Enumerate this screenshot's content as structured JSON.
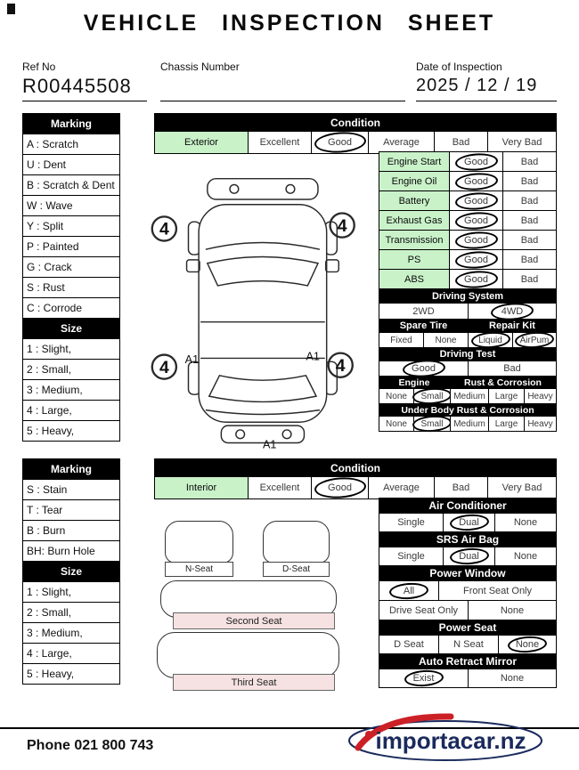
{
  "title": "VEHICLE INSPECTION SHEET",
  "header": {
    "ref_no_label": "Ref No",
    "ref_no_value": "R00445508",
    "chassis_label": "Chassis Number",
    "date_label": "Date of Inspection",
    "date_value": "2025 / 12 / 19"
  },
  "colors": {
    "green": "#c9f2c9",
    "pink": "#f6e2e2",
    "navy": "#1a2a5c",
    "red": "#cc2027"
  },
  "exterior": {
    "marking_header": "Marking",
    "marking_items": [
      {
        "text": "A : Scratch"
      },
      {
        "text": "U : Dent"
      },
      {
        "text": "B : Scratch & Dent"
      },
      {
        "text": "W : Wave"
      },
      {
        "text": "Y : Split"
      },
      {
        "text": "P : Painted"
      },
      {
        "text": "G : Crack"
      },
      {
        "text": "S : Rust"
      },
      {
        "text": "C : Corrode"
      }
    ],
    "size_header": "Size",
    "size_items": [
      {
        "text": "1 : Slight,"
      },
      {
        "text": "2 : Small,"
      },
      {
        "text": "3 : Medium,"
      },
      {
        "text": "4 : Large,"
      },
      {
        "text": "5 : Heavy,"
      }
    ],
    "condition_header": "Condition",
    "condition_row": {
      "label": "Exterior",
      "options": [
        "Excellent",
        "Good",
        "Average",
        "Bad",
        "Very Bad"
      ],
      "selected": "Good"
    },
    "checks": [
      {
        "label": "Engine Start",
        "good": "Good",
        "bad": "Bad",
        "selected": "Good"
      },
      {
        "label": "Engine Oil",
        "good": "Good",
        "bad": "Bad",
        "selected": "Good"
      },
      {
        "label": "Battery",
        "good": "Good",
        "bad": "Bad",
        "selected": "Good"
      },
      {
        "label": "Exhaust Gas",
        "good": "Good",
        "bad": "Bad",
        "selected": "Good"
      },
      {
        "label": "Transmission",
        "good": "Good",
        "bad": "Bad",
        "selected": "Good"
      },
      {
        "label": "PS",
        "good": "Good",
        "bad": "Bad",
        "selected": "Good"
      },
      {
        "label": "ABS",
        "good": "Good",
        "bad": "Bad",
        "selected": "Good"
      }
    ],
    "driving_system": {
      "header": "Driving System",
      "options": [
        "2WD",
        "4WD"
      ],
      "selected": "4WD"
    },
    "spare_repair": {
      "spare_header": "Spare Tire",
      "repair_header": "Repair Kit",
      "options": [
        "Fixed",
        "None",
        "Liquid",
        "AirPum"
      ],
      "selected": [
        "Liquid",
        "AirPum"
      ]
    },
    "driving_test": {
      "header": "Driving Test",
      "options": [
        "Good",
        "Bad"
      ],
      "selected": "Good"
    },
    "engine_rust": {
      "header_left": "Engine",
      "header_right": "Rust & Corrosion",
      "options": [
        "None",
        "Small",
        "Medium",
        "Large",
        "Heavy"
      ],
      "selected": "Small"
    },
    "underbody_rust": {
      "header": "Under Body Rust & Corrosion",
      "options": [
        "None",
        "Small",
        "Medium",
        "Large",
        "Heavy"
      ],
      "selected": "Small"
    },
    "diagram": {
      "markers": [
        "4",
        "4",
        "4",
        "4"
      ],
      "labels": [
        "A1",
        "A1",
        "A1"
      ]
    }
  },
  "interior": {
    "marking_header": "Marking",
    "marking_items": [
      {
        "text": "S : Stain"
      },
      {
        "text": "T : Tear"
      },
      {
        "text": "B : Burn"
      },
      {
        "text": "BH: Burn Hole"
      }
    ],
    "size_header": "Size",
    "size_items": [
      {
        "text": "1 : Slight,"
      },
      {
        "text": "2 : Small,"
      },
      {
        "text": "3 : Medium,"
      },
      {
        "text": "4 : Large,"
      },
      {
        "text": "5 : Heavy,"
      }
    ],
    "condition_header": "Condition",
    "condition_row": {
      "label": "Interior",
      "options": [
        "Excellent",
        "Good",
        "Average",
        "Bad",
        "Very Bad"
      ],
      "selected": "Good"
    },
    "air_conditioner": {
      "header": "Air Conditioner",
      "options": [
        "Single",
        "Dual",
        "None"
      ],
      "selected": "Dual"
    },
    "srs_airbag": {
      "header": "SRS Air Bag",
      "options": [
        "Single",
        "Dual",
        "None"
      ],
      "selected": "Dual"
    },
    "power_window": {
      "header": "Power Window",
      "row1": [
        "All",
        "Front Seat Only"
      ],
      "row2": [
        "Drive Seat Only",
        "None"
      ],
      "selected": "All"
    },
    "power_seat": {
      "header": "Power Seat",
      "options": [
        "D Seat",
        "N Seat",
        "None"
      ],
      "selected": "None"
    },
    "auto_retract_mirror": {
      "header": "Auto Retract Mirror",
      "options": [
        "Exist",
        "None"
      ],
      "selected": "Exist"
    },
    "seats": {
      "n_seat": "N-Seat",
      "d_seat": "D-Seat",
      "second": "Second Seat",
      "third": "Third Seat"
    }
  },
  "footer": {
    "phone": "Phone 021 800 743",
    "logo_text": "importacar.nz"
  }
}
